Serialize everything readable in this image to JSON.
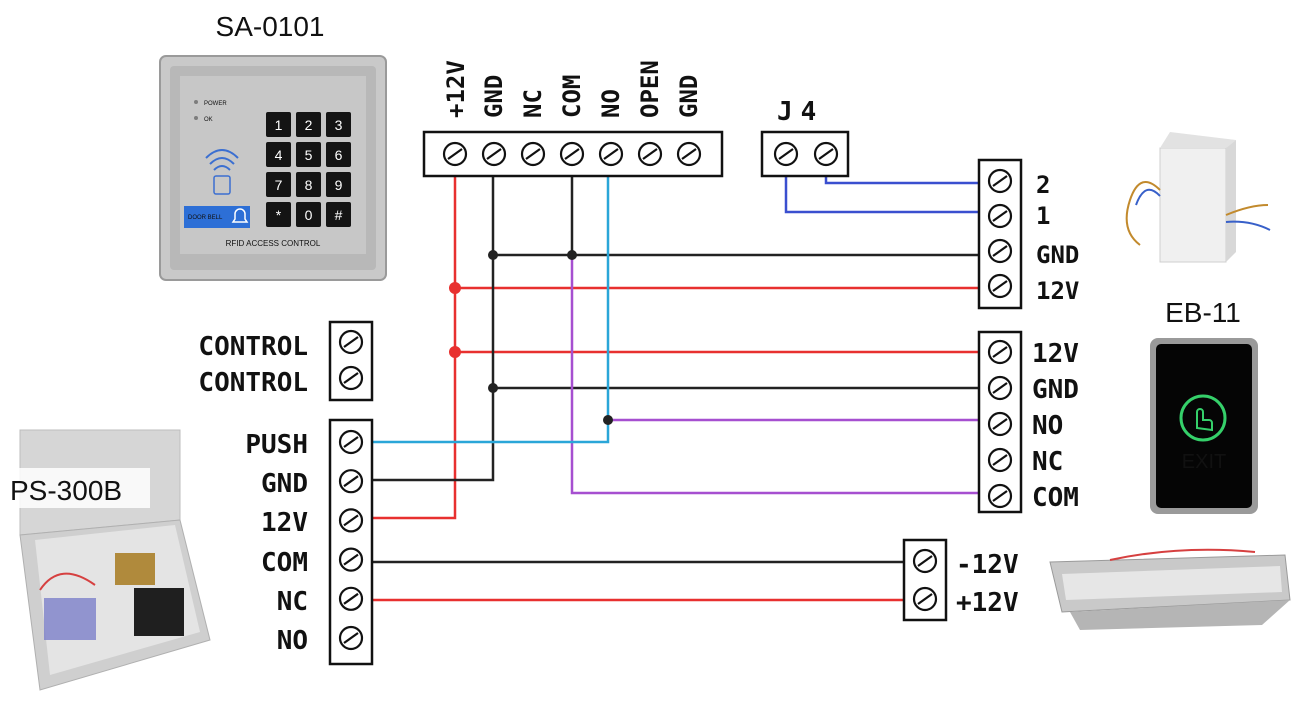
{
  "devices": {
    "keypad": {
      "title": "SA-0101",
      "keys": [
        "1",
        "2",
        "3",
        "4",
        "5",
        "6",
        "7",
        "8",
        "9",
        "*",
        "0",
        "#"
      ],
      "indicator_power": "POWER",
      "indicator_ok": "OK",
      "footer": "RFID ACCESS CONTROL",
      "doorbell": "DOOR BELL",
      "icons": [
        "rfid-waves-icon",
        "card-icon",
        "bell-icon"
      ]
    },
    "power_supply": {
      "title": "PS-300B"
    },
    "exit_button": {
      "title": "EB-11",
      "face_label": "EXIT",
      "icon": "hand-touch-icon"
    },
    "door_sensor": {
      "title": ""
    },
    "magnetic_lock": {
      "title": ""
    }
  },
  "terminals": {
    "top_block": [
      "+12V",
      "GND",
      "NC",
      "COM",
      "NO",
      "OPEN",
      "GND"
    ],
    "j4": {
      "label": "J4",
      "pins": 2
    },
    "sensor_block": [
      "2",
      "1",
      "GND",
      "12V"
    ],
    "control_block": [
      "CONTROL",
      "CONTROL"
    ],
    "psu_block": [
      "PUSH",
      "GND",
      "12V",
      "COM",
      "NC",
      "NO"
    ],
    "exit_block": [
      "12V",
      "GND",
      "NO",
      "NC",
      "COM"
    ],
    "lock_block": [
      "-12V",
      "+12V"
    ]
  },
  "colors": {
    "red": "#e8302f",
    "black": "#222222",
    "blue": "#3a4fcf",
    "cyan": "#2aa6d8",
    "purple": "#a64fd0",
    "exit_green": "#35d06a"
  }
}
